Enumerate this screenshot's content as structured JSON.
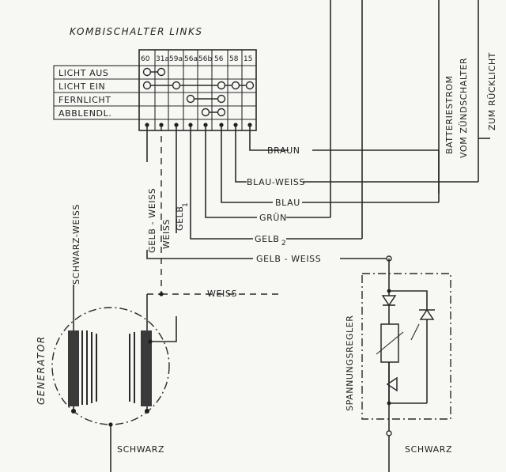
{
  "title": "KOMBISCHALTER LINKS",
  "switch_columns": [
    "60",
    "31a",
    "59a",
    "56a",
    "56b",
    "56",
    "58",
    "15"
  ],
  "switch_rows": [
    "LICHT AUS",
    "LICHT EIN",
    "FERNLICHT",
    "ABBLENDL."
  ],
  "wire_labels": {
    "braun": "BRAUN",
    "blau_weiss": "BLAU-WEISS",
    "blau": "BLAU",
    "gruen": "GRÜN",
    "gelb2": "GELB",
    "gelb2_sub": "2",
    "gelb_weiss_h": "GELB - WEISS",
    "gelb_weiss_v": "GELB - WEISS",
    "weiss_v": "WEISS",
    "gelb1": "GELB",
    "gelb1_sub": "1",
    "weiss_h": "WEISS",
    "schwarz_weiss": "SCHWARZ-WEISS"
  },
  "side_labels": {
    "batteriestrom": "BATTERIESTROM",
    "vom_zuendschalter": "VOM ZÜNDSCHALTER",
    "zum_ruecklicht": "ZUM RÜCKLICHT"
  },
  "components": {
    "generator": "GENERATOR",
    "regler": "SPANNUNGSREGLER",
    "schwarz_left": "SCHWARZ",
    "schwarz_right": "SCHWARZ"
  }
}
